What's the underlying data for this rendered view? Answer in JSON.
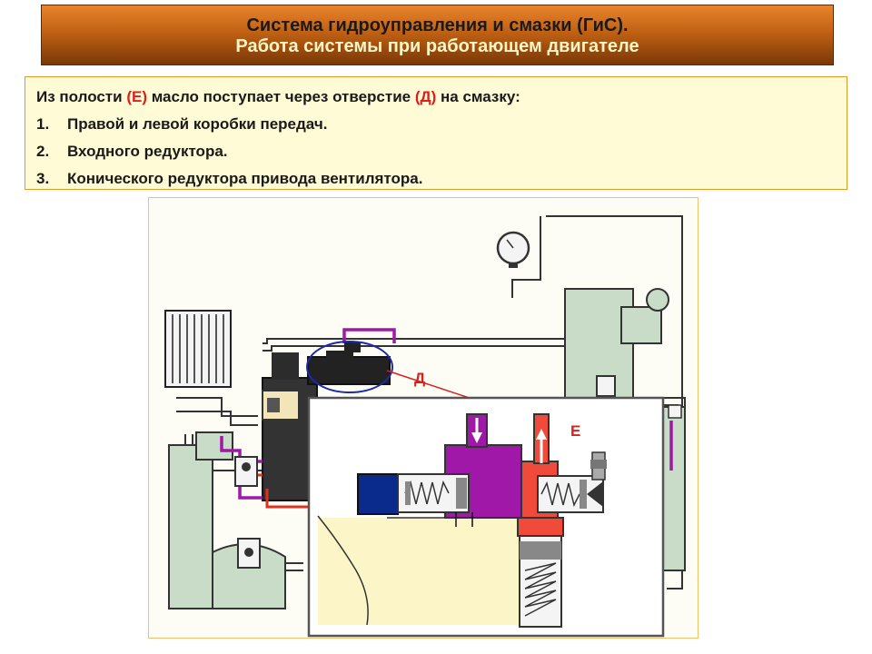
{
  "title": {
    "line1": "Система гидроуправления и смазки (ГиС).",
    "line2": "Работа системы при работающем двигателе"
  },
  "info": {
    "intro_before_e": "Из полости ",
    "label_e": "(Е)",
    "intro_middle": " масло поступает через отверстие ",
    "label_d": "(Д)",
    "intro_after": " на смазку:",
    "items": [
      {
        "num": "1.",
        "text": "Правой и левой коробки передач."
      },
      {
        "num": "2.",
        "text": "Входного редуктора."
      },
      {
        "num": "3.",
        "text": "Конического редуктора привода вентилятора."
      }
    ]
  },
  "diagram": {
    "label_d": "Д",
    "label_e": "Е"
  },
  "colors": {
    "banner_top": "#e8842c",
    "banner_bottom": "#7a3806",
    "highlight_red": "#d8201c",
    "oil_purple": "#a018a8",
    "housing_green": "#c8dcc8",
    "valve_blue": "#0a2a8c",
    "pressure_red": "#f04a3a"
  }
}
